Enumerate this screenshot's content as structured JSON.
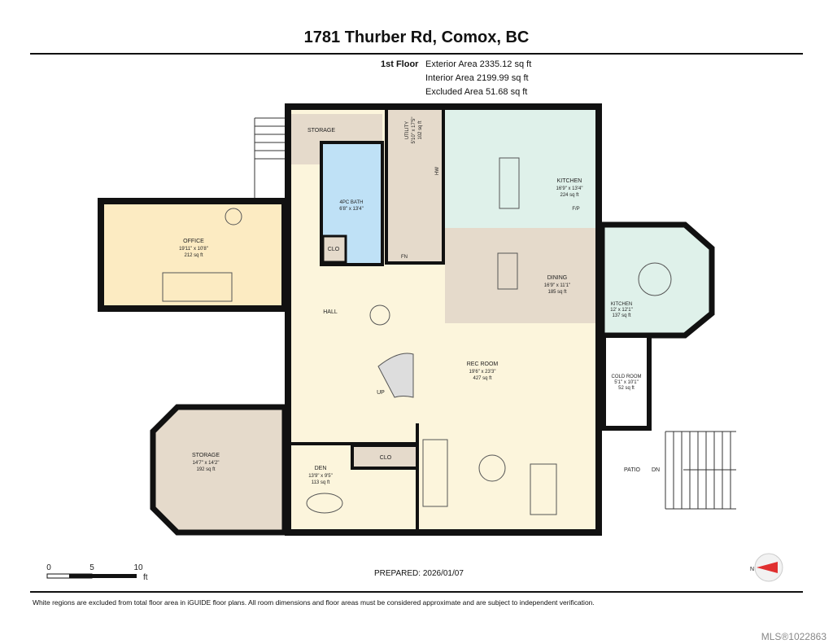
{
  "title": "1781 Thurber Rd, Comox, BC",
  "floor": {
    "name": "1st Floor",
    "exterior": "Exterior Area 2335.12 sq ft",
    "interior": "Interior Area 2199.99 sq ft",
    "excluded": "Excluded Area 51.68 sq ft"
  },
  "rooms": {
    "storage_top": {
      "name": "STORAGE"
    },
    "bath": {
      "name": "4PC BATH",
      "dims": "6'8\" x 13'4\""
    },
    "clo1": {
      "name": "CLO"
    },
    "utility": {
      "name": "UTILITY",
      "dims": "5'10\" x 17'5\"",
      "area": "102 sq ft"
    },
    "kitchen": {
      "name": "KITCHEN",
      "dims": "16'9\" x 13'4\"",
      "area": "224 sq ft",
      "fp": "F/P"
    },
    "office": {
      "name": "OFFICE",
      "dims": "19'11\" x 10'8\"",
      "area": "212 sq ft"
    },
    "dining": {
      "name": "DINING",
      "dims": "16'9\" x 11'1\"",
      "area": "185 sq ft"
    },
    "kitchen2": {
      "name": "KITCHEN",
      "dims": "12' x 12'1\"",
      "area": "137 sq ft"
    },
    "hall": {
      "name": "HALL"
    },
    "rec": {
      "name": "REC ROOM",
      "dims": "19'6\" x 23'3\"",
      "area": "427 sq ft"
    },
    "up": {
      "name": "UP"
    },
    "cold": {
      "name": "COLD ROOM",
      "dims": "5'1\" x 10'1\"",
      "area": "52 sq ft"
    },
    "storage_bot": {
      "name": "STORAGE",
      "dims": "14'7\" x 14'2\"",
      "area": "192 sq ft"
    },
    "den": {
      "name": "DEN",
      "dims": "13'9\" x 9'5\"",
      "area": "113 sq ft"
    },
    "clo2": {
      "name": "CLO"
    },
    "patio": {
      "name": "PATIO",
      "dn": "DN"
    },
    "hw": {
      "name": "HW"
    },
    "fn": {
      "name": "FN"
    }
  },
  "scale": {
    "labels": [
      "0",
      "5",
      "10"
    ],
    "unit": "ft"
  },
  "compass": {
    "label": "N"
  },
  "prepared": "PREPARED: 2026/01/07",
  "disclaimer": "White regions are excluded from total floor area in iGUIDE floor plans. All room dimensions and floor areas must be considered approximate and are subject to independent verification.",
  "mls": "MLS®1022863",
  "colors": {
    "cream": "#fcf5dc",
    "tan": "#e5dacb",
    "blue": "#bfe1f6",
    "mint": "#dff1ea",
    "office": "#fcebc2",
    "wall": "#111111",
    "window": "#3a9fd6"
  }
}
